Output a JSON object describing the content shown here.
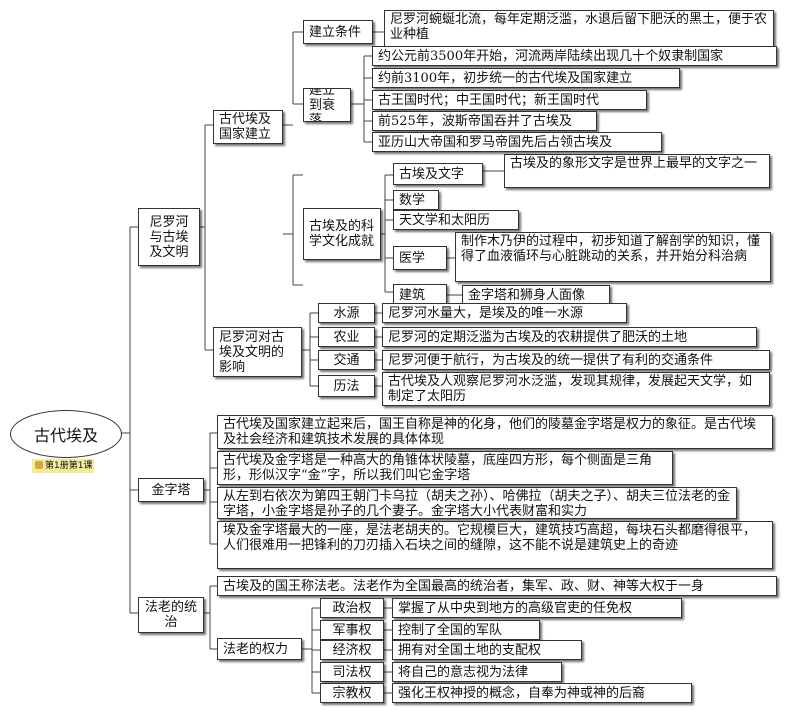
{
  "root": {
    "title": "古代埃及",
    "tag": "第1册第1课"
  },
  "branches": {
    "nile": {
      "label": "尼罗河与古埃及文明",
      "state": {
        "label": "古代埃及国家建立",
        "conditions": {
          "label": "建立条件",
          "text": "尼罗河蜿蜒北流，每年定期泛滥，水退后留下肥沃的黑土，便于农业种植"
        },
        "rise_fall": {
          "label": "建立到衰落",
          "items": [
            "约公元前3500年开始，河流两岸陆续出现几十个奴隶制国家",
            "约前3100年，初步统一的古代埃及国家建立",
            "古王国时代；中王国时代；新王国时代",
            "前525年，波斯帝国吞并了古埃及",
            "亚历山大帝国和罗马帝国先后占领古埃及"
          ]
        }
      },
      "science": {
        "label": "古埃及的科学文化成就",
        "writing": {
          "label": "古埃及文字",
          "text": "古埃及的象形文字是世界上最早的文字之一"
        },
        "math": "数学",
        "astronomy": "天文学和太阳历",
        "medicine": {
          "label": "医学",
          "text": "制作木乃伊的过程中，初步知道了解剖学的知识，懂得了血液循环与心脏跳动的关系，并开始分科治病"
        },
        "architecture": {
          "label": "建筑",
          "text": "金字塔和狮身人面像"
        }
      },
      "influence": {
        "label": "尼罗河对古埃及文明的影响",
        "items": [
          {
            "label": "水源",
            "text": "尼罗河水量大，是埃及的唯一水源"
          },
          {
            "label": "农业",
            "text": "尼罗河的定期泛滥为古埃及的农耕提供了肥沃的土地"
          },
          {
            "label": "交通",
            "text": "尼罗河便于航行，为古埃及的统一提供了有利的交通条件"
          },
          {
            "label": "历法",
            "text": "古代埃及人观察尼罗河水泛滥，发现其规律，发展起天文学，如制定了太阳历"
          }
        ]
      }
    },
    "pyramid": {
      "label": "金字塔",
      "items": [
        "古代埃及国家建立起来后，国王自称是神的化身，他们的陵墓金字塔是权力的象征。是古代埃及社会经济和建筑技术发展的具体体现",
        "古代埃及金字塔是一种高大的角锥体状陵墓，底座四方形，每个侧面是三角形，形似汉字“金”字，所以我们叫它金字塔",
        "从左到右依次为第四王朝门卡乌拉（胡夫之孙）、哈佛拉（胡夫之子）、胡夫三位法老的金字塔，小金字塔是孙子的几个妻子。金字塔大小代表财富和实力",
        "埃及金字塔最大的一座，是法老胡夫的。它规模巨大，建筑技巧高超，每块石头都磨得很平，人们很难用一把锋利的刀刃插入石块之间的缝隙，这不能不说是建筑史上的奇迹"
      ]
    },
    "pharaoh": {
      "label": "法老的统治",
      "intro": "古埃及的国王称法老。法老作为全国最高的统治者，集军、政、财、神等大权于一身",
      "powers": {
        "label": "法老的权力",
        "items": [
          {
            "label": "政治权",
            "text": "掌握了从中央到地方的高级官吏的任免权"
          },
          {
            "label": "军事权",
            "text": "控制了全国的军队"
          },
          {
            "label": "经济权",
            "text": "拥有对全国土地的支配权"
          },
          {
            "label": "司法权",
            "text": "将自己的意志视为法律"
          },
          {
            "label": "宗教权",
            "text": "强化王权神授的概念，自奉为神或神的后裔"
          }
        ]
      }
    }
  }
}
